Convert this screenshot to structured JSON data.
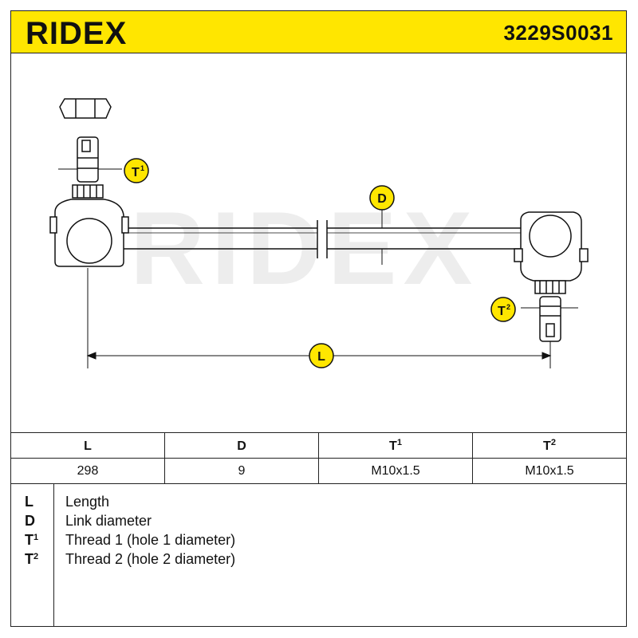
{
  "header": {
    "brand": "RIDEX",
    "part_number": "3229S0031",
    "background_color": "#ffe600"
  },
  "drawing": {
    "watermark": "RIDEX",
    "callouts": {
      "t1": "T",
      "t1_sup": "1",
      "t2": "T",
      "t2_sup": "2",
      "d": "D",
      "l": "L"
    }
  },
  "table": {
    "headers": [
      {
        "main": "L",
        "sup": ""
      },
      {
        "main": "D",
        "sup": ""
      },
      {
        "main": "T",
        "sup": "1"
      },
      {
        "main": "T",
        "sup": "2"
      }
    ],
    "values": [
      "298",
      "9",
      "M10x1.5",
      "M10x1.5"
    ]
  },
  "legend": [
    {
      "symbol": "L",
      "sup": "",
      "description": "Length"
    },
    {
      "symbol": "D",
      "sup": "",
      "description": "Link diameter"
    },
    {
      "symbol": "T",
      "sup": "1",
      "description": "Thread 1 (hole 1 diameter)"
    },
    {
      "symbol": "T",
      "sup": "2",
      "description": "Thread 2 (hole 2 diameter)"
    }
  ]
}
